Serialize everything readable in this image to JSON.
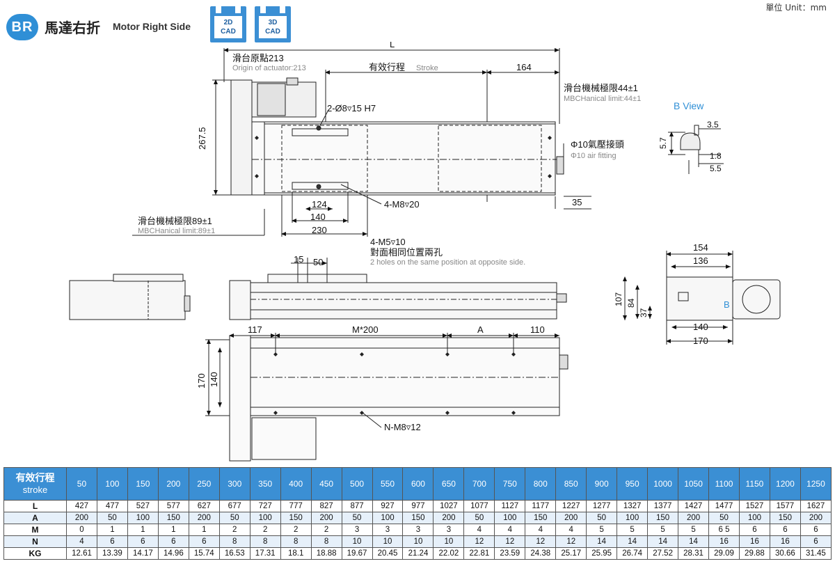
{
  "header": {
    "badge": "BR",
    "title_zh": "馬達右折",
    "title_en": "Motor Right Side",
    "cad_2d_top": "2D",
    "cad_2d_bottom": "CAD",
    "cad_3d_top": "3D",
    "cad_3d_bottom": "CAD",
    "unit": "單位 Unit：mm",
    "accent_color": "#3b8fd4"
  },
  "drawing": {
    "dim_L": "L",
    "origin_zh": "滑台原點213",
    "origin_en": "Origin of actuator:213",
    "stroke_zh": "有效行程",
    "stroke_en": "Stroke",
    "dim_164": "164",
    "mech_limit_44_zh": "滑台機械極限44±1",
    "mech_limit_44_en": "MBCHanical limit:44±1",
    "hole_2_08": "2-Ø8▿15 H7",
    "dim_267_5": "267.5",
    "air_fitting_zh": "Φ10氣壓接頭",
    "air_fitting_en": "Φ10 air fitting",
    "b_view": "B View",
    "dim_3_5": "3.5",
    "dim_5_7": "5.7",
    "dim_1_8": "1.8",
    "dim_5_5": "5.5",
    "m8_20": "4-M8▿20",
    "dim_35": "35",
    "dim_124": "124",
    "dim_140a": "140",
    "dim_230": "230",
    "mech_limit_89_zh": "滑台機械極限89±1",
    "mech_limit_89_en": "MBCHanical limit:89±1",
    "m5_10": "4-M5▿10",
    "opposite_zh": "對面相同位置兩孔",
    "opposite_en": "2 holes on the same position at opposite side.",
    "dim_15": "15",
    "dim_50": "50",
    "dim_154": "154",
    "dim_136": "136",
    "dim_107": "107",
    "dim_84": "84",
    "dim_37": "37",
    "b_label": "B",
    "dim_140b": "140",
    "dim_170a": "170",
    "dim_117": "117",
    "dim_m200": "M*200",
    "dim_A": "A",
    "dim_110": "110",
    "dim_170b": "170",
    "dim_140c": "140",
    "n_m8_12": "N-M8▿12"
  },
  "table": {
    "header_zh": "有效行程",
    "header_en": "stroke",
    "strokes": [
      "50",
      "100",
      "150",
      "200",
      "250",
      "300",
      "350",
      "400",
      "450",
      "500",
      "550",
      "600",
      "650",
      "700",
      "750",
      "800",
      "850",
      "900",
      "950",
      "1000",
      "1050",
      "1100",
      "1150",
      "1200",
      "1250"
    ],
    "rows": [
      {
        "label": "L",
        "values": [
          "427",
          "477",
          "527",
          "577",
          "627",
          "677",
          "727",
          "777",
          "827",
          "877",
          "927",
          "977",
          "1027",
          "1077",
          "1127",
          "1177",
          "1227",
          "1277",
          "1327",
          "1377",
          "1427",
          "1477",
          "1527",
          "1577",
          "1627"
        ]
      },
      {
        "label": "A",
        "values": [
          "200",
          "50",
          "100",
          "150",
          "200",
          "50",
          "100",
          "150",
          "200",
          "50",
          "100",
          "150",
          "200",
          "50",
          "100",
          "150",
          "200",
          "50",
          "100",
          "150",
          "200",
          "50",
          "100",
          "150",
          "200"
        ]
      },
      {
        "label": "M",
        "values": [
          "0",
          "1",
          "1",
          "1",
          "1",
          "2",
          "2",
          "2",
          "2",
          "3",
          "3",
          "3",
          "3",
          "4",
          "4",
          "4",
          "4",
          "5",
          "5",
          "5",
          "5",
          "6 5",
          "6",
          "6",
          "6"
        ]
      },
      {
        "label": "N",
        "values": [
          "4",
          "6",
          "6",
          "6",
          "6",
          "8",
          "8",
          "8",
          "8",
          "10",
          "10",
          "10",
          "10",
          "12",
          "12",
          "12",
          "12",
          "14",
          "14",
          "14",
          "14",
          "16",
          "16",
          "16",
          "6"
        ]
      },
      {
        "label": "KG",
        "values": [
          "12.61",
          "13.39",
          "14.17",
          "14.96",
          "15.74",
          "16.53",
          "17.31",
          "18.1",
          "18.88",
          "19.67",
          "20.45",
          "21.24",
          "22.02",
          "22.81",
          "23.59",
          "24.38",
          "25.17",
          "25.95",
          "26.74",
          "27.52",
          "28.31",
          "29.09",
          "29.88",
          "30.66",
          "31.45"
        ]
      }
    ]
  }
}
